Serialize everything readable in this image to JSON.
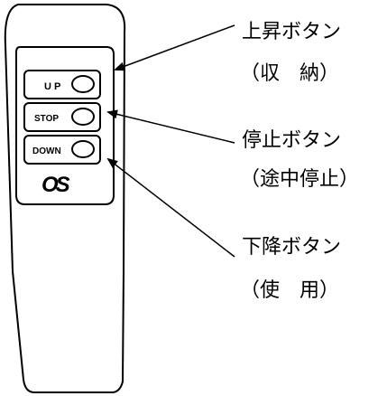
{
  "remote": {
    "buttons": [
      {
        "key": "up",
        "label": "U P"
      },
      {
        "key": "stop",
        "label": "STOP"
      },
      {
        "key": "down",
        "label": "DOWN"
      }
    ],
    "logo_text": "OS"
  },
  "callouts": [
    {
      "key": "up",
      "line1": "上昇ボタン",
      "line2": "（収　納）"
    },
    {
      "key": "stop",
      "line1": "停止ボタン",
      "line2": "（途中停止）"
    },
    {
      "key": "down",
      "line1": "下降ボタン",
      "line2": "（使　用）"
    }
  ],
  "colors": {
    "outline": "#000000",
    "background": "#ffffff"
  }
}
